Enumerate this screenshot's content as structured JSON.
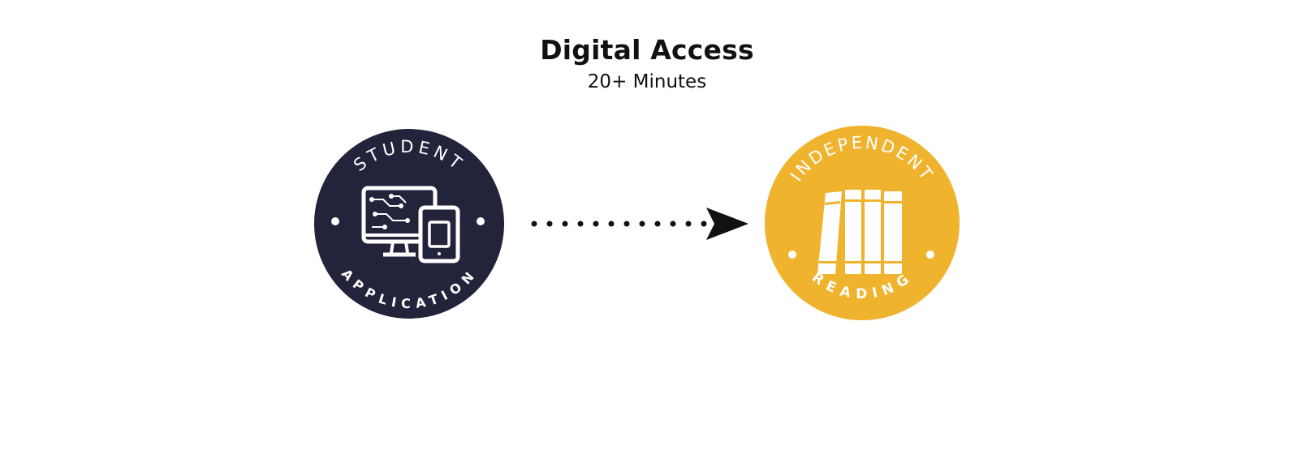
{
  "header": {
    "title": "Digital Access",
    "subtitle": "20+ Minutes"
  },
  "nodes": [
    {
      "top_text": "STUDENT",
      "bottom_text": "APPLICATION",
      "icon": "devices-icon",
      "color": "#23233b"
    },
    {
      "top_text": "INDEPENDENT",
      "bottom_text": "READING",
      "icon": "books-icon",
      "color": "#f0b32e"
    }
  ],
  "edge": {
    "style": "dotted-arrow",
    "from": "STUDENT APPLICATION",
    "to": "INDEPENDENT READING"
  }
}
